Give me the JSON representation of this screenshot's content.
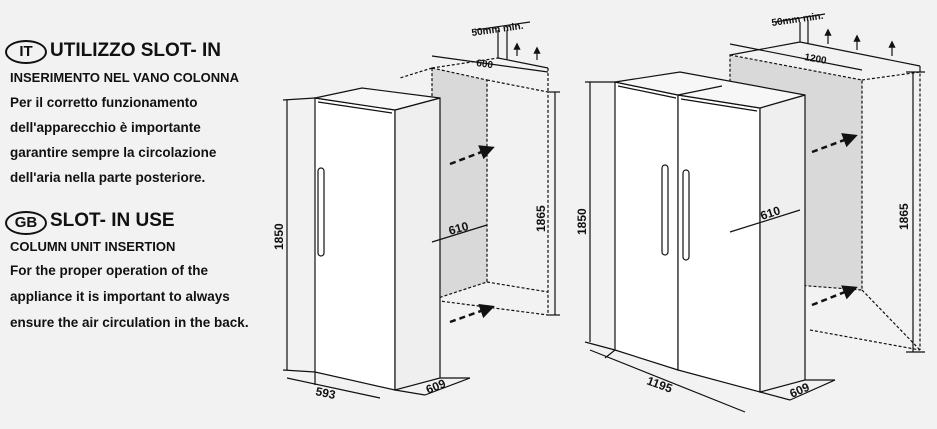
{
  "it": {
    "badge": "IT",
    "title": "UTILIZZO SLOT- IN",
    "subtitle": "INSERIMENTO NEL VANO COLONNA",
    "lines": [
      "Per il corretto funzionamento",
      "dell'apparecchio è importante",
      "garantire sempre la circolazione",
      "dell'aria nella parte posteriore."
    ]
  },
  "gb": {
    "badge": "GB",
    "title": "SLOT- IN USE",
    "subtitle": "COLUMN UNIT INSERTION",
    "lines": [
      "For the proper operation of the",
      "appliance it is important to always",
      "ensure the air circulation in the back."
    ]
  },
  "single": {
    "clearance": "50mm min.",
    "niche_width": "600",
    "height": "1850",
    "niche_height": "1865",
    "inner_depth": "610",
    "width": "593",
    "depth": "609"
  },
  "double": {
    "clearance": "50mm min.",
    "niche_width": "1200",
    "height": "1850",
    "niche_height": "1865",
    "inner_depth": "610",
    "width": "1195",
    "depth": "609"
  }
}
